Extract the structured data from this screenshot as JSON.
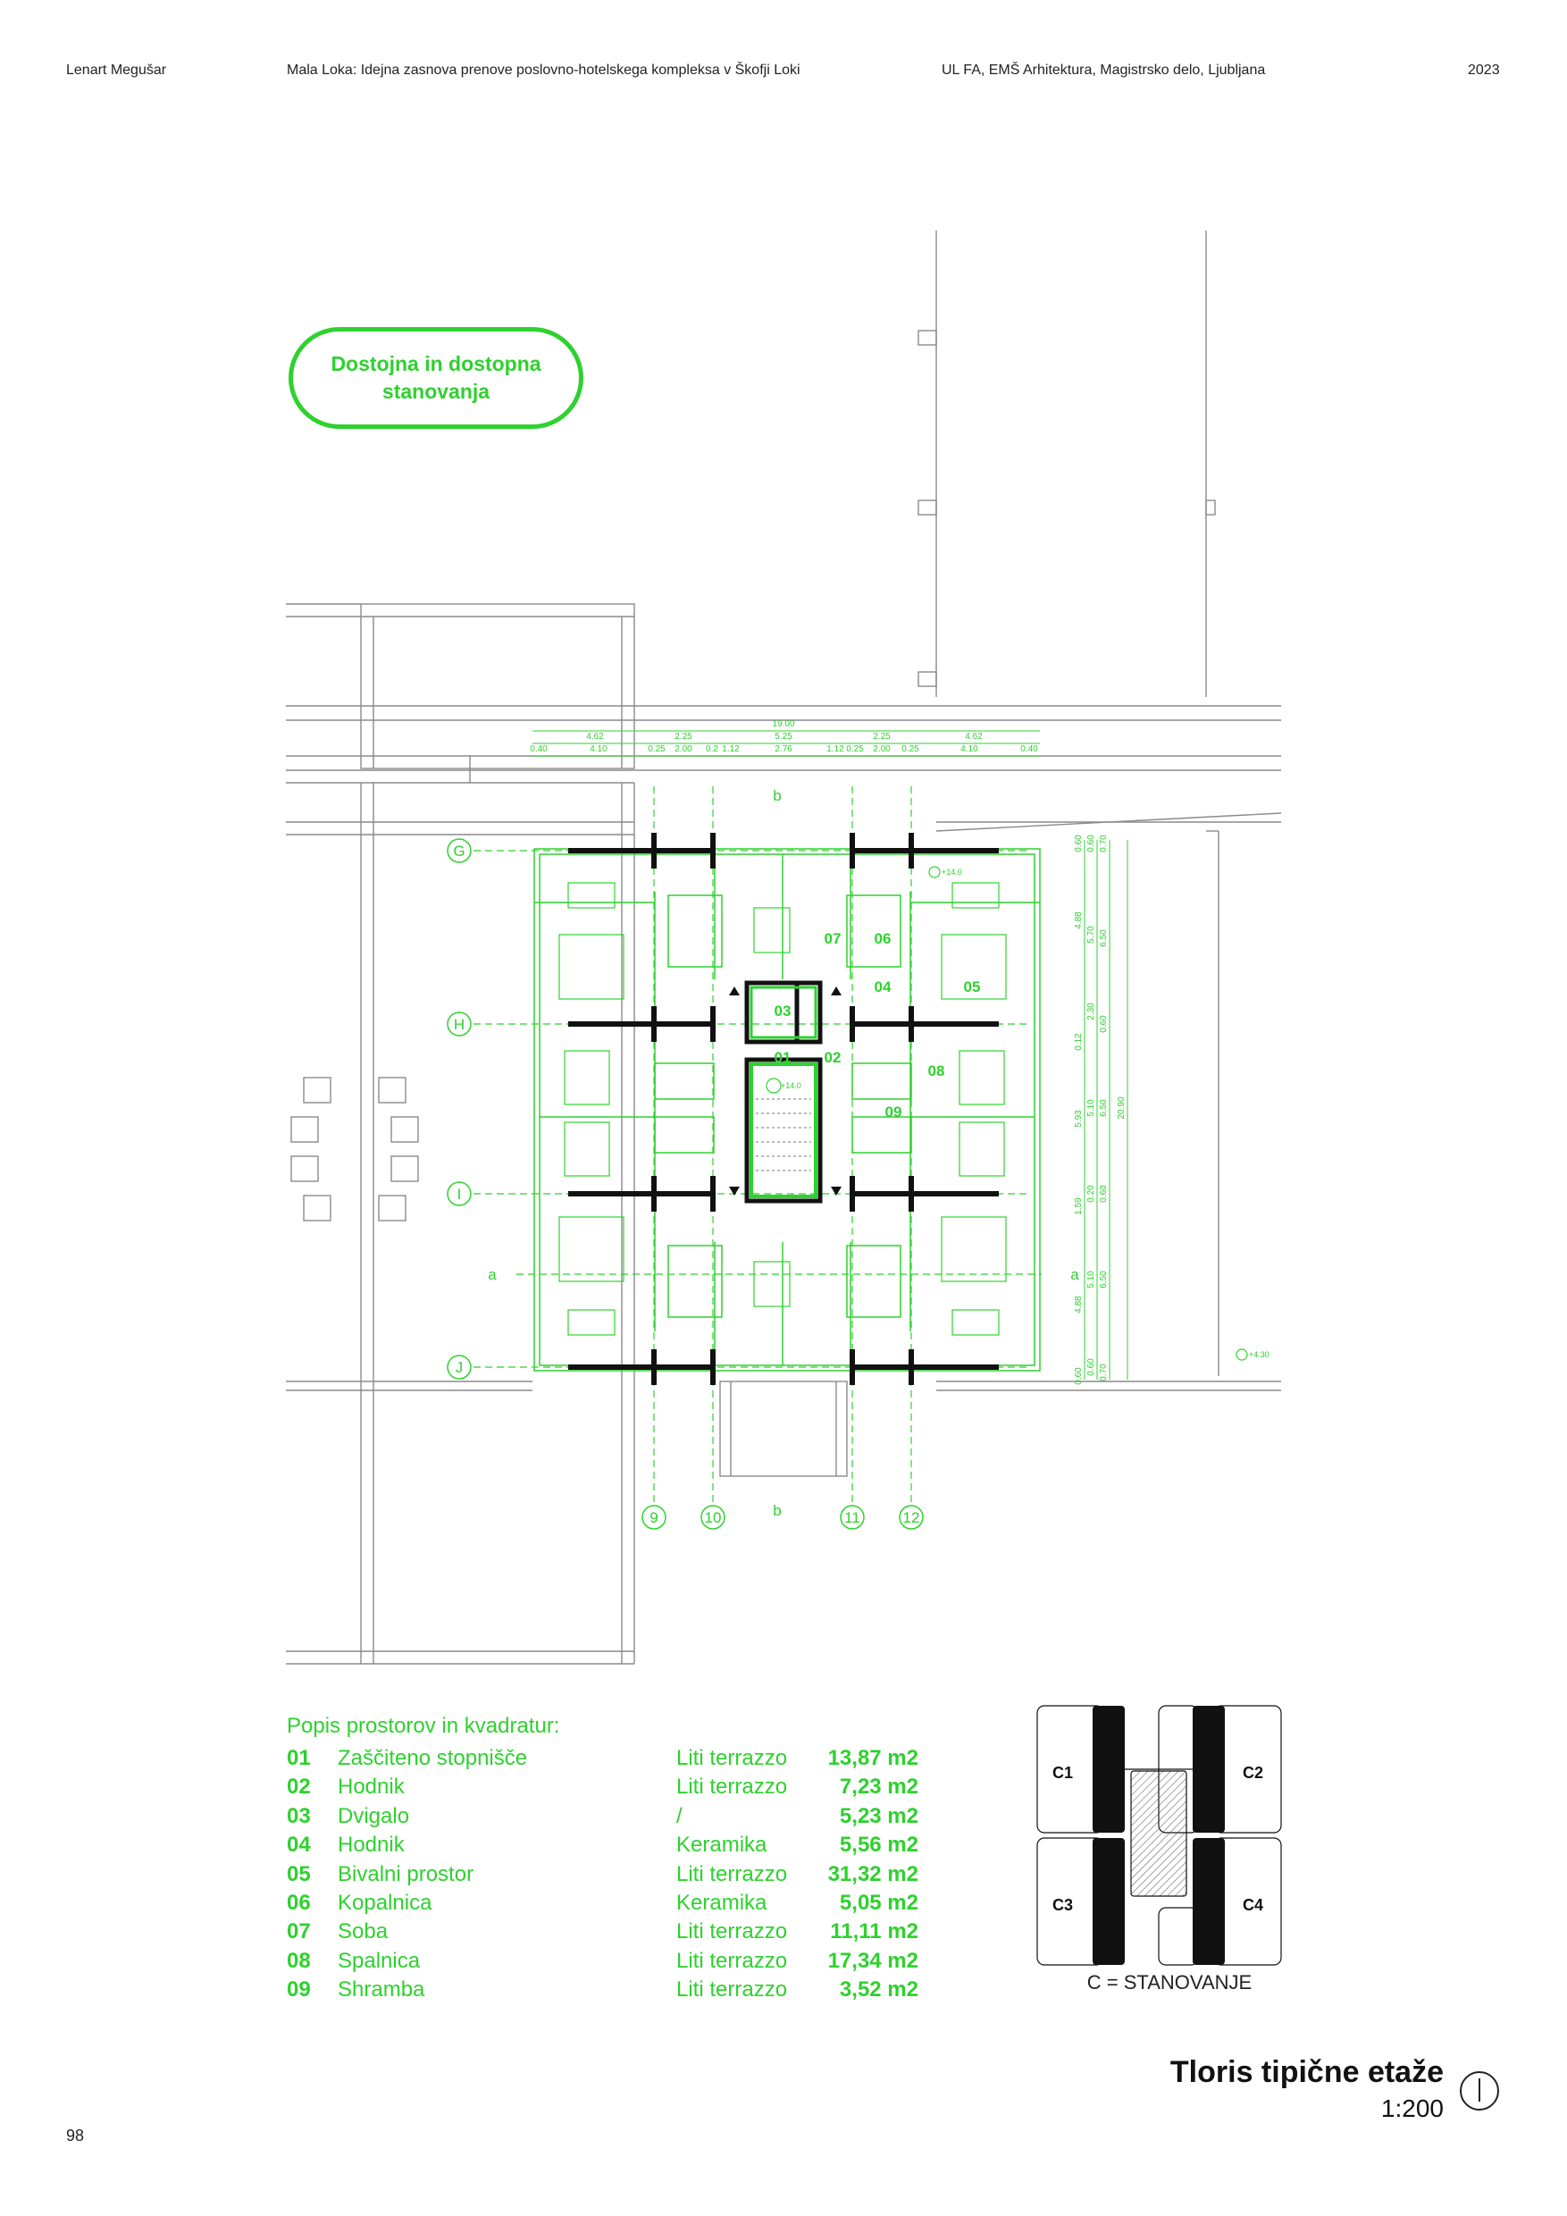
{
  "header": {
    "author": "Lenart Megušar",
    "title": "Mala Loka: Idejna zasnova prenove poslovno-hotelskega kompleksa v Škofji Loki",
    "institution": "UL FA, EMŠ Arhitektura, Magistrsko delo, Ljubljana",
    "year": "2023"
  },
  "badge": {
    "line1": "Dostojna in dostopna",
    "line2": "stanovanja"
  },
  "colors": {
    "accent": "#2ed12e",
    "ink": "#111111",
    "thin": "#9a9a9a"
  },
  "plan": {
    "grid_axes_vertical": [
      "9",
      "10",
      "b",
      "11",
      "12"
    ],
    "grid_axes_horizontal": [
      "G",
      "H",
      "I",
      "J"
    ],
    "section_marks": [
      "a",
      "a",
      "b",
      "b"
    ],
    "room_tags": [
      "07",
      "06",
      "04",
      "05",
      "03",
      "01",
      "02",
      "08",
      "09"
    ],
    "dims_top": {
      "total": "19.00",
      "row2": [
        "4.62",
        "2.25",
        "5.25",
        "2.25",
        "4.62"
      ],
      "row3": [
        "0.40",
        "4.10",
        "0.25",
        "2.00",
        "0.2",
        "1.12",
        "2.76",
        "1.12",
        "0.25",
        "2.00",
        "0.25",
        "4.10",
        "0.40"
      ]
    },
    "dims_right": {
      "col1": [
        "0.60",
        "4.88",
        "0.12",
        "5.93",
        "1.59",
        "4.88",
        "0.60"
      ],
      "col2": [
        "0.60",
        "5.70",
        "2.30",
        "5.10",
        "0.20",
        "5.10",
        "0.60"
      ],
      "col3": [
        "0.70",
        "6.50",
        "0.60",
        "6.50",
        "0.60",
        "6.50",
        "0.70"
      ],
      "col4": [
        "20.90"
      ]
    },
    "levels": [
      "+14.0",
      "+14.0",
      "+4.30"
    ]
  },
  "rooms": {
    "title": "Popis prostorov in kvadratur:",
    "items": [
      {
        "num": "01",
        "name": "Zaščiteno stopnišče",
        "material": "Liti terrazzo",
        "area": "13,87 m2"
      },
      {
        "num": "02",
        "name": "Hodnik",
        "material": "Liti terrazzo",
        "area": "7,23 m2"
      },
      {
        "num": "03",
        "name": "Dvigalo",
        "material": "/",
        "area": "5,23 m2"
      },
      {
        "num": "04",
        "name": "Hodnik",
        "material": "Keramika",
        "area": "5,56 m2"
      },
      {
        "num": "05",
        "name": "Bivalni prostor",
        "material": "Liti terrazzo",
        "area": "31,32 m2"
      },
      {
        "num": "06",
        "name": "Kopalnica",
        "material": "Keramika",
        "area": "5,05 m2"
      },
      {
        "num": "07",
        "name": "Soba",
        "material": "Liti terrazzo",
        "area": "11,11 m2"
      },
      {
        "num": "08",
        "name": "Spalnica",
        "material": "Liti terrazzo",
        "area": "17,34 m2"
      },
      {
        "num": "09",
        "name": "Shramba",
        "material": "Liti terrazzo",
        "area": "3,52 m2"
      }
    ]
  },
  "legend": {
    "labels": [
      "C1",
      "C2",
      "C3",
      "C4"
    ],
    "caption": "C = STANOVANJE"
  },
  "drawing": {
    "title": "Tloris tipične etaže",
    "scale": "1:200"
  },
  "footer": {
    "page_number": "98"
  }
}
